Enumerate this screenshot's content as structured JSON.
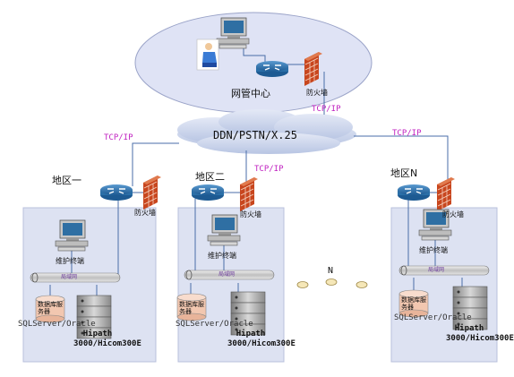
{
  "center": {
    "label": "网管中心",
    "firewall": "防火墙"
  },
  "cloud": {
    "label": "DDN/PSTN/X.25"
  },
  "protocol": "TCP/IP",
  "regions": [
    {
      "name": "地区一",
      "firewall": "防火墙",
      "terminal": "维护终端",
      "lan": "局域网",
      "db_label": "数据库服务器",
      "db_type": "SQLServer/Oracle",
      "host": "Hipath 3000/Hicom300E"
    },
    {
      "name": "地区二",
      "firewall": "防火墙",
      "terminal": "维护终端",
      "lan": "局域网",
      "db_label": "数据库服务器",
      "db_type": "SQLServer/Oracle",
      "host": "Hipath 3000/Hicom300E"
    },
    {
      "name": "地区N",
      "firewall": "防火墙",
      "terminal": "维护终端",
      "lan": "局域网",
      "db_label": "数据库服务器",
      "db_type": "SQLServer/Oracle",
      "host": "Hipath 3000/Hicom300E"
    }
  ],
  "ellipsis_label": "N",
  "colors": {
    "panel": "#dde2f2",
    "ellipse": "#dfe3f5",
    "cloud": "#c9d3ea",
    "router": "#2a6fa8",
    "firewall": "#c8461e",
    "lan": "#d0d0d0",
    "db": "#f2c7b0",
    "protocol": "#c021c0",
    "link": "#4a6ea8"
  }
}
